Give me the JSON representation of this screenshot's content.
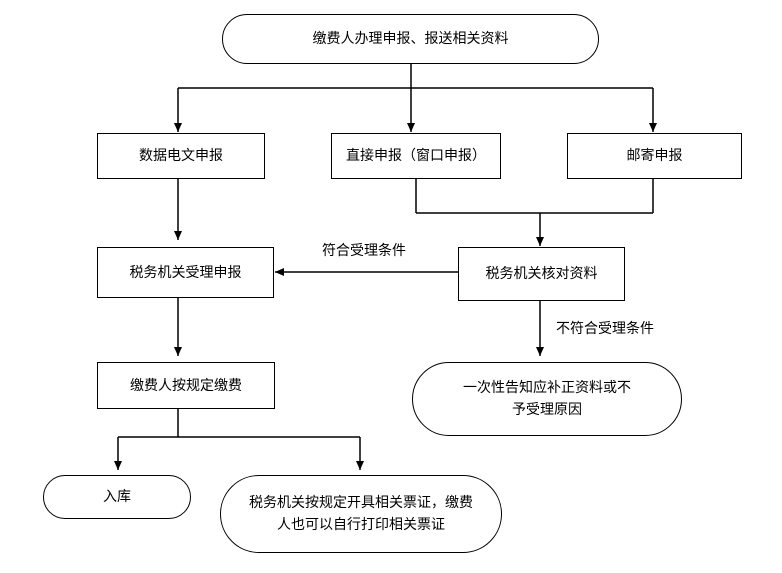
{
  "nodes": {
    "start": "缴费人办理申报、报送相关资料",
    "data_report": "数据电文申报",
    "direct_report": "直接申报（窗口申报）",
    "mail_report": "邮寄申报",
    "tax_accept": "税务机关受理申报",
    "tax_verify": "税务机关核对资料",
    "payment": "缴费人按规定缴费",
    "reject": "一次性告知应补正资料或不予受理原因",
    "storage": "入库",
    "receipt": "税务机关按规定开具相关票证，缴费人也可以自行打印相关票证"
  },
  "edge_labels": {
    "meets": "符合受理条件",
    "not_meets": "不符合受理条件"
  }
}
